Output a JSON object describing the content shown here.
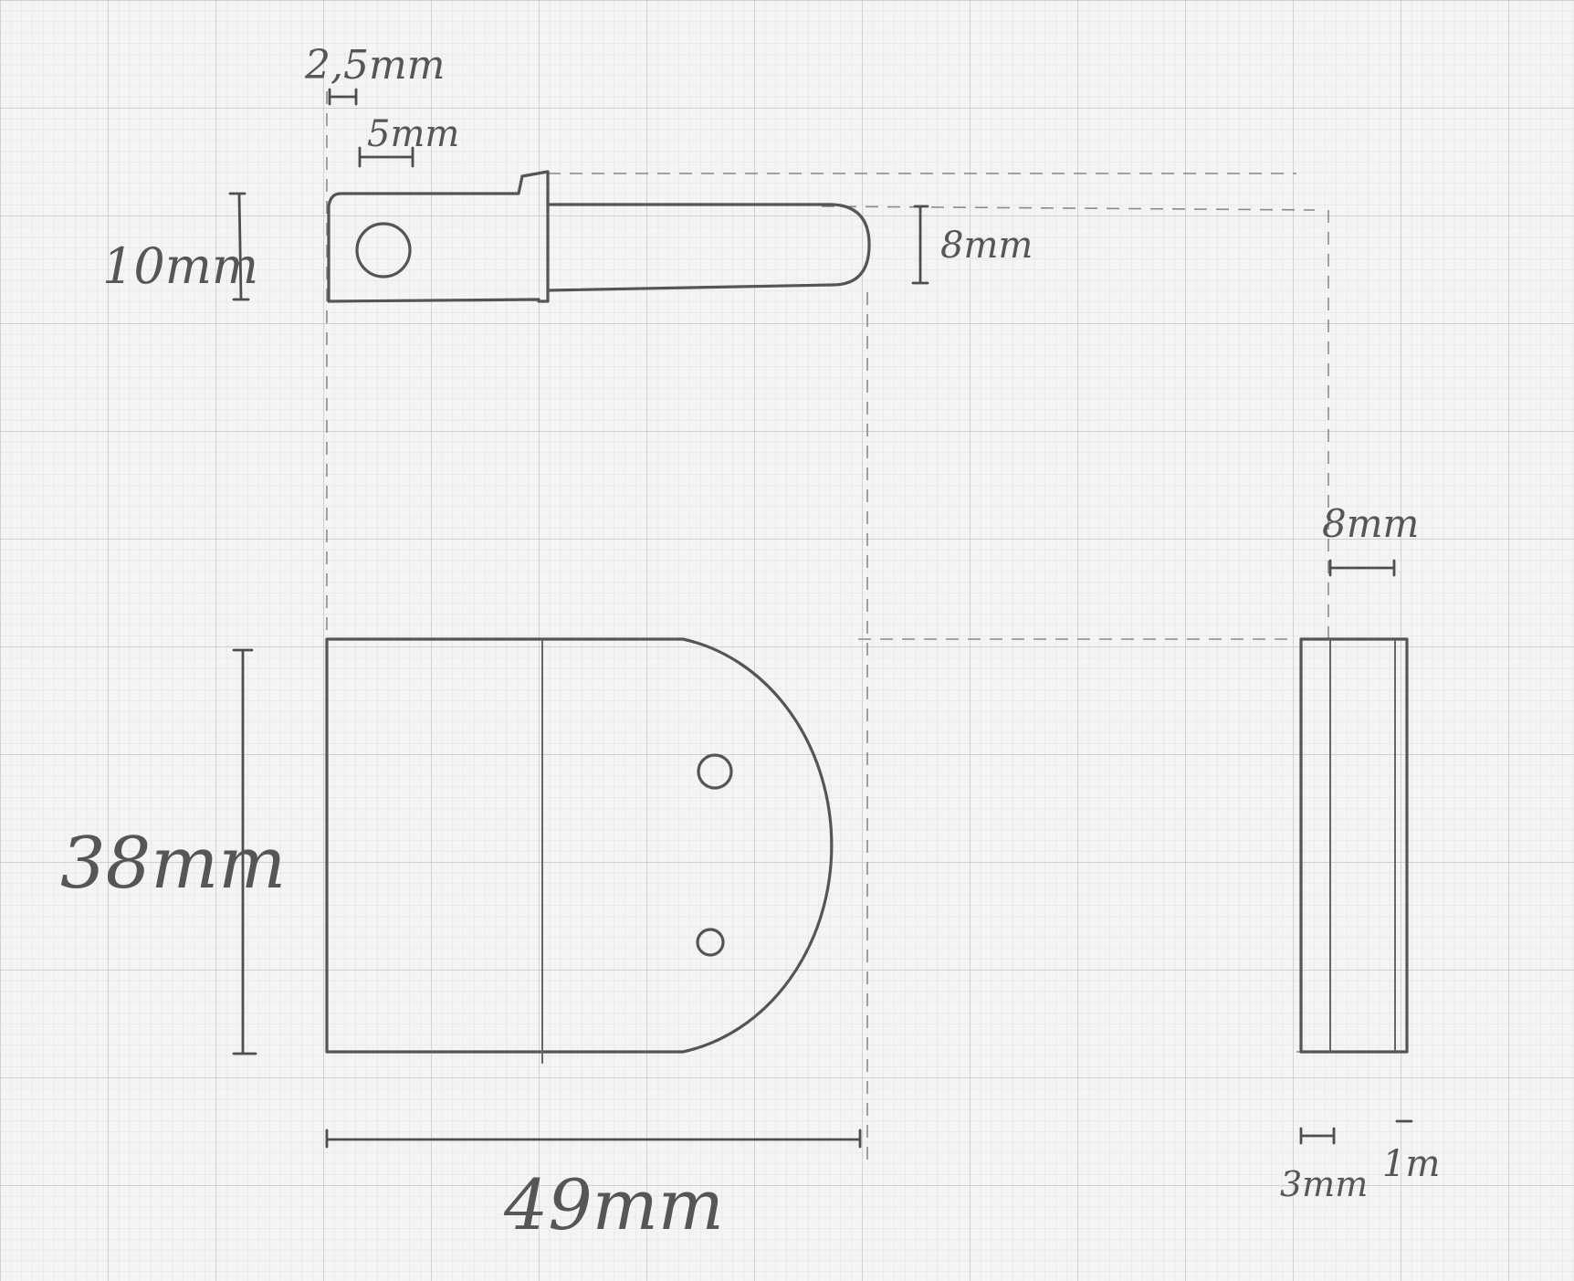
{
  "labels": {
    "hole_offset": "2,5mm",
    "hole_diameter": "5mm",
    "top_height": "10mm",
    "pin_height": "8mm",
    "front_height": "38mm",
    "front_width": "49mm",
    "side_width": "8mm",
    "side_wall": "3mm",
    "side_edge": "1m"
  },
  "colors": {
    "paper": "#f4f4f2",
    "grid_fine": "#dcdcdc",
    "grid_major": "#c4c4c4",
    "pencil": "#555555"
  }
}
